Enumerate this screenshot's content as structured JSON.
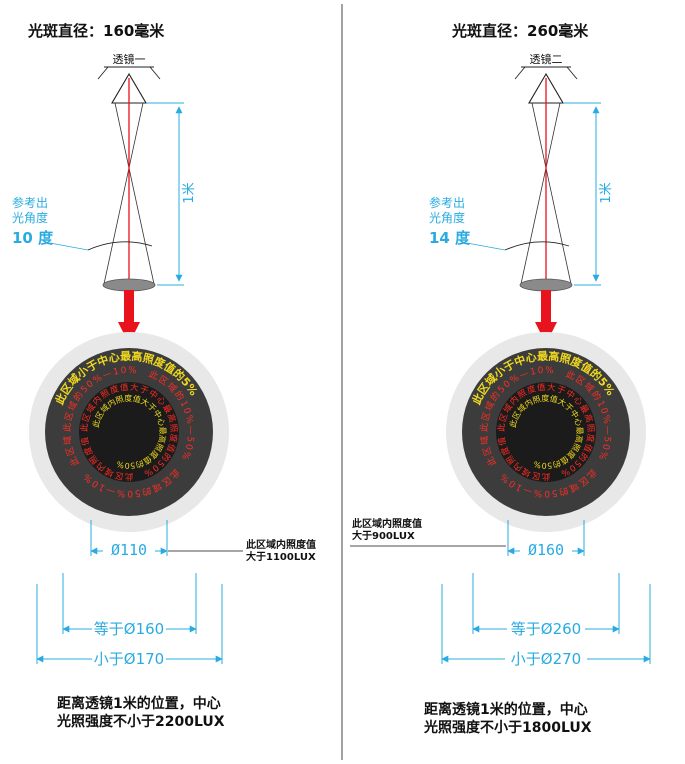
{
  "colors": {
    "dimension_cyan": "#29abe2",
    "arrow_red": "#e8131c",
    "ring_yellow": "#f0d91e",
    "ring_red": "#ff2d23",
    "spot_outer_gray": "#e8e8e8",
    "spot_dark_gray": "#3c3c3c",
    "spot_inner_dark": "#1b1b1b"
  },
  "panels": [
    {
      "title": "光斑直径：160毫米",
      "lens_label": "透镜一",
      "meter_label": "1米",
      "angle_note_1": "参考出",
      "angle_note_2": "光角度",
      "angle_value": "10 度",
      "ring_outer_yellow": "此区域小于中心最高照度值的5%",
      "ring_red_1": "此区域的50%—10%　此区域的10%—50%　此区域的50%—10%　此区域的10%—50%",
      "ring_red_2": "此区域内照度值大于中心最高照度值的50%　此区域内照度值大于中心最高照度值的50%",
      "ring_inner_yellow": "此区域内照度值大于中心最高照度值的50%",
      "spot_dim": "Ø110",
      "callout_1": "此区域内照度值",
      "callout_2": "大于1100LUX",
      "equal_dim": "等于Ø160",
      "less_dim": "小于Ø170",
      "bottom_1": "距离透镜1米的位置，中心",
      "bottom_2": "光照强度不小于2200LUX"
    },
    {
      "title": "光斑直径：260毫米",
      "lens_label": "透镜二",
      "meter_label": "1米",
      "angle_note_1": "参考出",
      "angle_note_2": "光角度",
      "angle_value": "14 度",
      "ring_outer_yellow": "此区域小于中心最高照度值的5%",
      "ring_red_1": "此区域的50%—10%　此区域的10%—50%　此区域的50%—10%　此区域的10%—50%",
      "ring_red_2": "此区域内照度值大于中心最高照度值的50%　此区域内照度值大于中心最高照度值的50%",
      "ring_inner_yellow": "此区域内照度值大于中心最高照度值的50%",
      "spot_dim": "Ø160",
      "callout_1": "此区域内照度值",
      "callout_2": "大于900LUX",
      "equal_dim": "等于Ø260",
      "less_dim": "小于Ø270",
      "bottom_1": "距离透镜1米的位置，中心",
      "bottom_2": "光照强度不小于1800LUX"
    }
  ]
}
